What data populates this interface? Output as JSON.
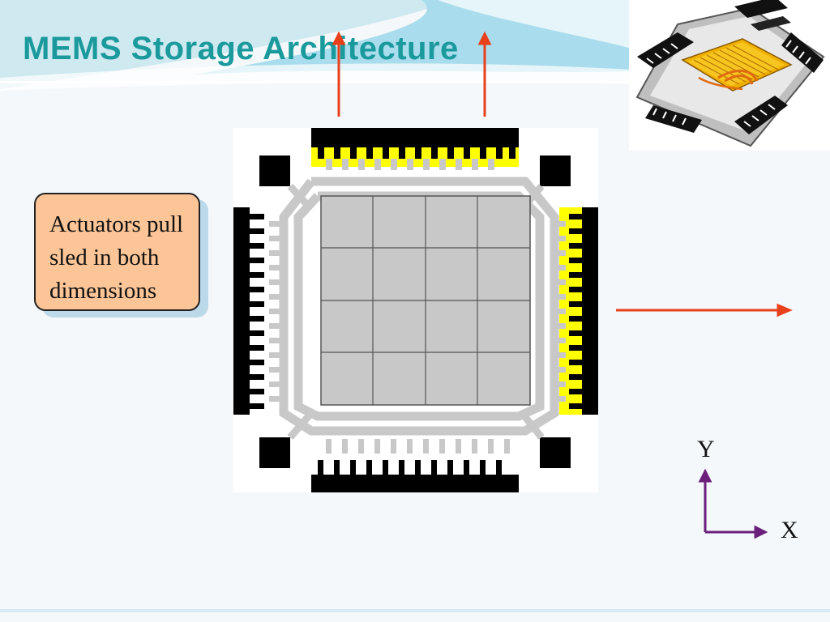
{
  "slide": {
    "title": "MEMS Storage Architecture",
    "callout_text": "Actuators pull\nsled in both\ndimensions",
    "axis": {
      "y_label": "Y",
      "x_label": "X"
    }
  },
  "colors": {
    "title": "#1a9a9c",
    "callout_fill": "#fcc597",
    "arrow_red": "#e8401a",
    "axis_purple": "#6a1f7a",
    "comb_yellow": "#ffff00",
    "sled_gray": "#c8c8c8",
    "thumbnail_gold": "#f0b000"
  },
  "icons": [
    "mems-chip-thumbnail",
    "up-arrow",
    "right-arrow",
    "y-axis-arrow",
    "x-axis-arrow"
  ]
}
